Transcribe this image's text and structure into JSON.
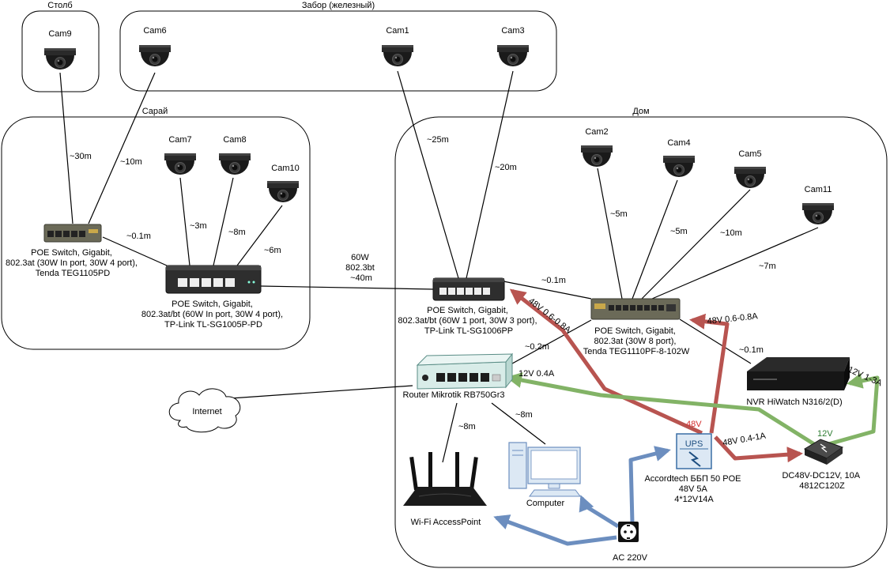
{
  "zones": {
    "pole": "Столб",
    "fence": "Забор (железный)",
    "shed": "Сарай",
    "house": "Дом"
  },
  "cameras": {
    "cam9": "Cam9",
    "cam6": "Cam6",
    "cam1": "Cam1",
    "cam3": "Cam3",
    "cam7": "Cam7",
    "cam8": "Cam8",
    "cam10": "Cam10",
    "cam2": "Cam2",
    "cam4": "Cam4",
    "cam5": "Cam5",
    "cam11": "Cam11"
  },
  "devices": {
    "tenda_small": [
      "POE Switch, Gigabit,",
      "802.3at (30W In port, 30W 4 port),",
      "Tenda TEG1105PD"
    ],
    "tplink_5p": [
      "POE Switch, Gigabit,",
      "802.3at/bt (60W In port, 30W 4 port),",
      "TP-Link TL-SG1005P-PD"
    ],
    "tplink_6p": [
      "POE Switch, Gigabit,",
      "802.3at/bt (60W 1 port, 30W 3 port),",
      "TP-Link TL-SG1006PP"
    ],
    "tenda_big": [
      "POE Switch, Gigabit,",
      "802.3at (30W 8 port),",
      "Tenda TEG1110PF-8-102W"
    ],
    "router": "Router Mikrotik RB750Gr3",
    "nvr": "NVR HiWatch N316/2(D)",
    "internet": "Internet",
    "computer": "Computer",
    "wifi": "Wi-Fi AccessPoint",
    "ups": [
      "Accordtech ББП 50 POE",
      "48V 5A",
      "4*12V14A"
    ],
    "ups_icon": "UPS",
    "dcdc": [
      "DC48V-DC12V, 10A",
      "4812C120Z"
    ],
    "ac": "AC 220V"
  },
  "links": {
    "cam9_sw": "~30m",
    "cam6_sw": "~10m",
    "tenda_tplink": "~0.1m",
    "cam7": "~3m",
    "cam8": "~8m",
    "cam10": "~6m",
    "trunk": [
      "60W",
      "802.3bt",
      "~40m"
    ],
    "cam1": "~25m",
    "cam3": "~20m",
    "cam2": "~5m",
    "cam4": "~5m",
    "cam5": "~10m",
    "cam11": "~7m",
    "sw_sw": "~0.1m",
    "router_sw": "~0.2m",
    "nvr": "~0.1m",
    "router_pc": "~8m",
    "router_wifi": "~8m"
  },
  "power": {
    "ups_to_6p": "48V 0.6-0.8A",
    "ups_to_tenda": "48V 0.6-0.8A",
    "ups_out": "48V",
    "ups_to_dcdc": "48V 0.4-1A",
    "dcdc_out": "12V",
    "to_router": "12V 0.4A",
    "to_nvr": "12V 1-3A"
  },
  "colors": {
    "poe_48v": "#b85450",
    "power_12v": "#82b366",
    "ac_220v": "#6c8ebf",
    "v48_label": "#d32f2f",
    "v12_label": "#2e7d32"
  }
}
